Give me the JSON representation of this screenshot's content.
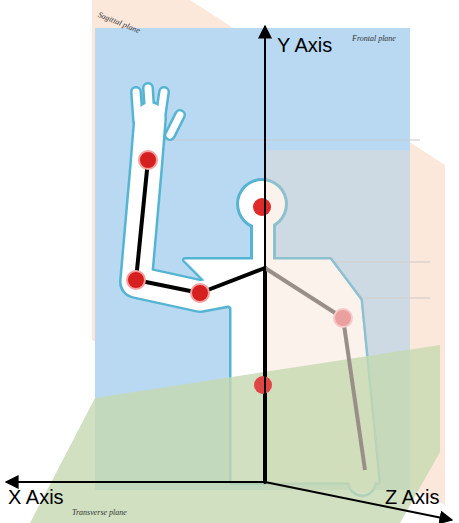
{
  "diagram": {
    "labels": [
      "Sagittal plane",
      "Frontal plane",
      "Y Axis",
      "X Axis",
      "Z Axis",
      "Transverse plane"
    ]
  }
}
